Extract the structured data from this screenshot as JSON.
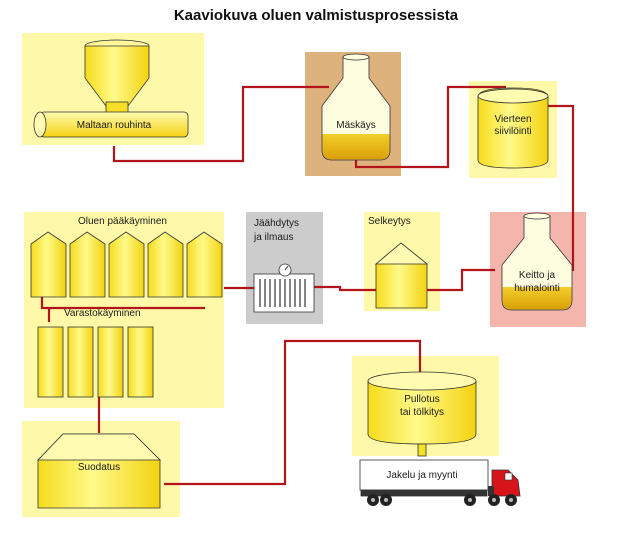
{
  "title": "Kaaviokuva oluen valmistusprosessista",
  "colors": {
    "panel_yellow": "#fdf9a8",
    "tank_yellow": "#fcef3a",
    "liquid_gold": "#e8b50f",
    "mash_panel": "#ddb27c",
    "boil_panel": "#f3b5ac",
    "cooling_panel": "#cccccc",
    "pipe_red": "#b3141b",
    "truck_cab": "#d8141b"
  },
  "stages": {
    "milling": "Maltaan rouhinta",
    "mashing": "Mäskäys",
    "wort_filter_1": "Vierteen",
    "wort_filter_2": "siivilöinti",
    "boiling_1": "Keitto ja",
    "boiling_2": "humalointi",
    "clarification": "Selkeytys",
    "cooling_1": "Jäähdytys",
    "cooling_2": "ja ilmaus",
    "main_fermentation": "Oluen pääkäyminen",
    "storage_fermentation": "Varastokäyminen",
    "filtration": "Suodatus",
    "bottling_1": "Pullotus",
    "bottling_2": "tai tölkitys",
    "distribution": "Jakelu ja myynti"
  },
  "icons": [
    "funnel-hopper-icon",
    "mash-tun-icon",
    "lauter-tank-icon",
    "brew-kettle-icon",
    "settling-tank-icon",
    "heat-exchanger-icon",
    "fermentation-tank-icon",
    "storage-tank-icon",
    "filter-tank-icon",
    "bottling-tank-icon",
    "delivery-truck-icon"
  ]
}
